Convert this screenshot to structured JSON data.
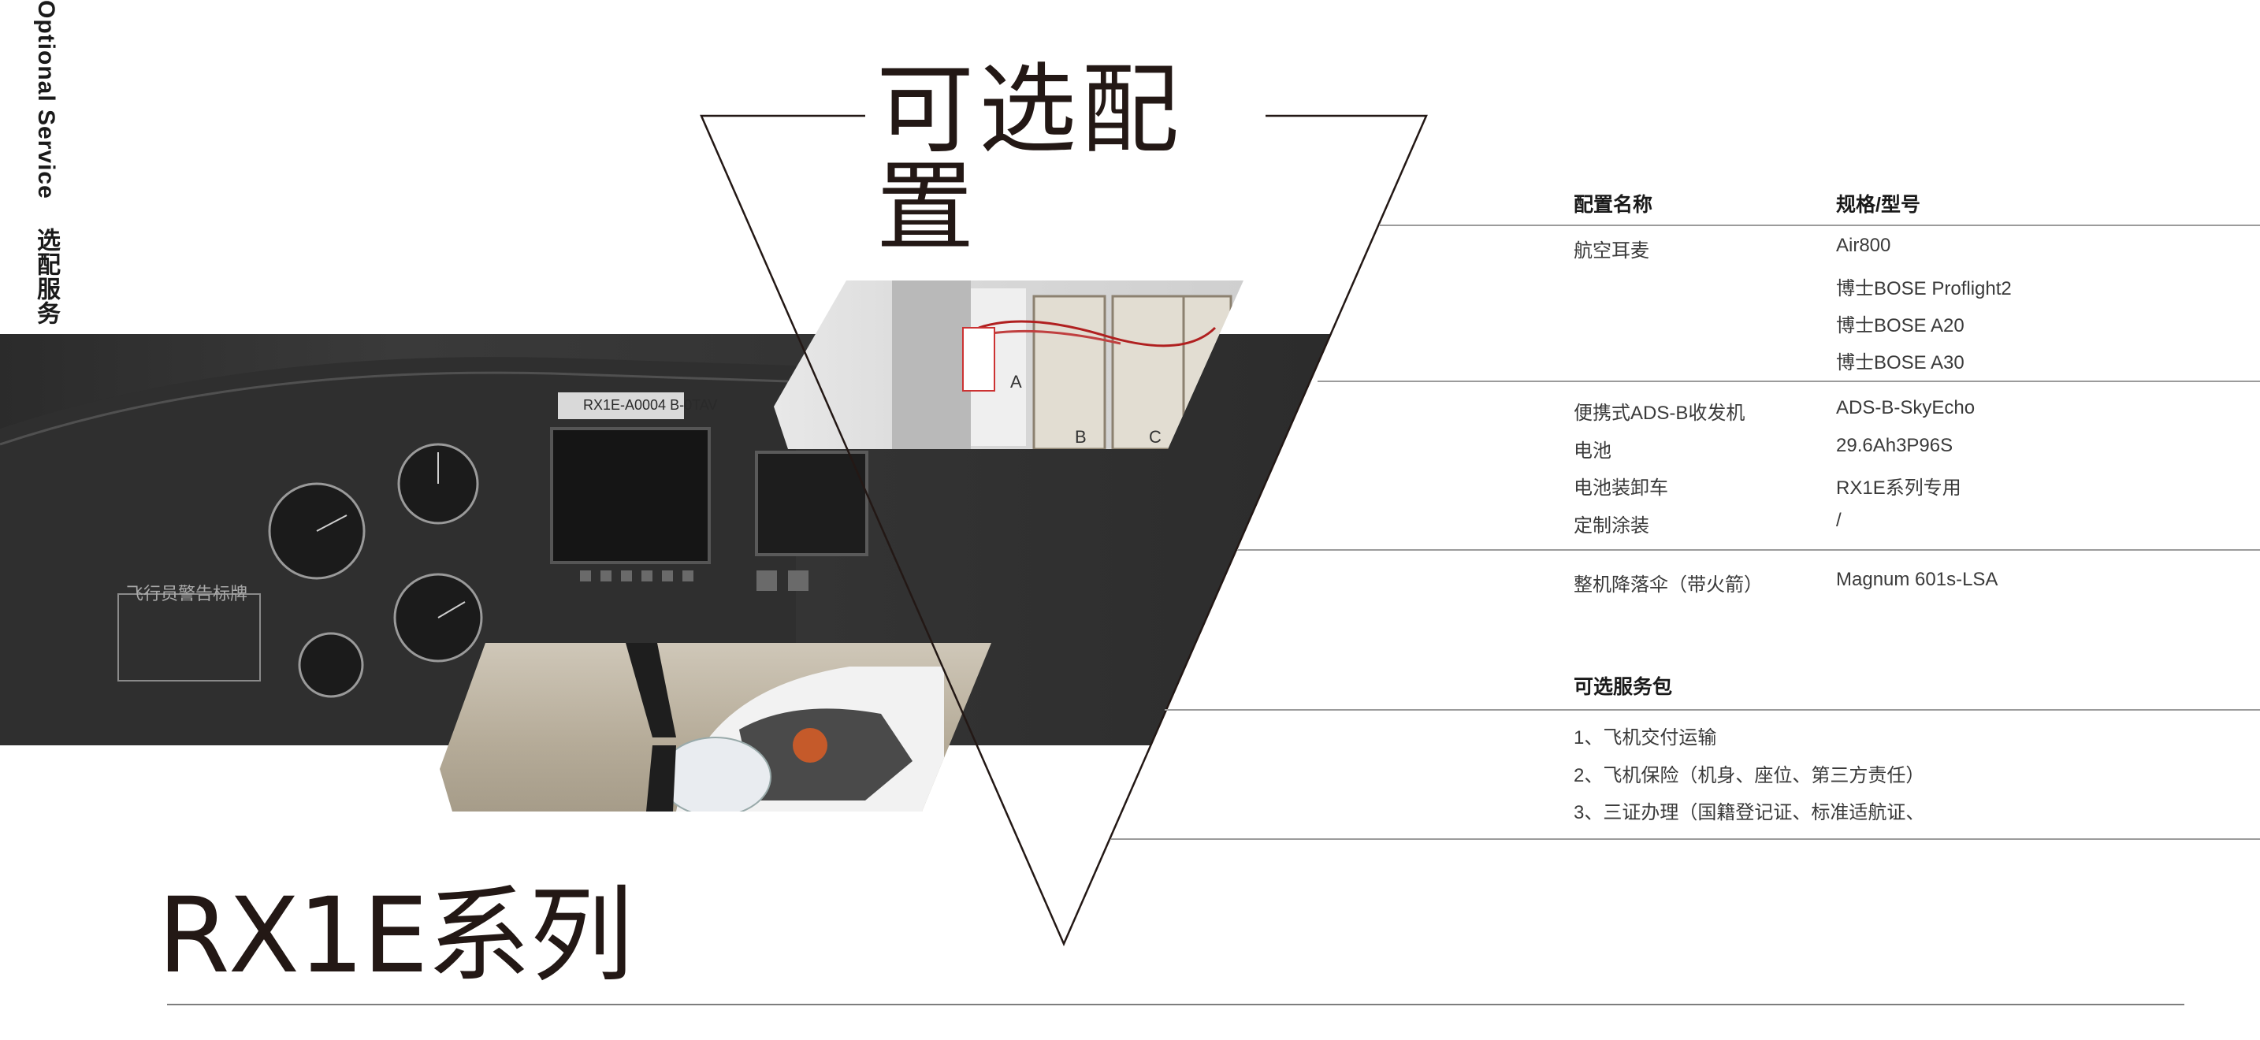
{
  "side_caption": {
    "en": "Optional Service",
    "zh": "选配服务"
  },
  "page_title": "可选配置",
  "series_title": "RX1E系列",
  "config_table": {
    "headers": {
      "name": "配置名称",
      "model": "规格/型号"
    },
    "groups": [
      {
        "name": "航空耳麦",
        "models": [
          "Air800",
          "博士BOSE Proflight2",
          "博士BOSE A20",
          "博士BOSE A30"
        ]
      },
      {
        "rows": [
          {
            "name": "便携式ADS-B收发机",
            "model": "ADS-B-SkyEcho"
          },
          {
            "name": "电池",
            "model": "29.6Ah3P96S"
          },
          {
            "name": "电池装卸车",
            "model": "RX1E系列专用"
          },
          {
            "name": "定制涂装",
            "model": "/"
          }
        ]
      },
      {
        "rows": [
          {
            "name": "整机降落伞（带火箭）",
            "model": "Magnum 601s-LSA"
          }
        ]
      }
    ]
  },
  "service_package": {
    "heading": "可选服务包",
    "items": [
      "1、飞机交付运输",
      "2、飞机保险（机身、座位、第三方责任）",
      "3、三证办理（国籍登记证、标准适航证、"
    ]
  },
  "cockpit_labels": {
    "registration": "RX1E-A0004  B-0TAV",
    "warning_placard": "飞行员警告标牌"
  },
  "panel_labels": [
    "A",
    "B",
    "C"
  ]
}
